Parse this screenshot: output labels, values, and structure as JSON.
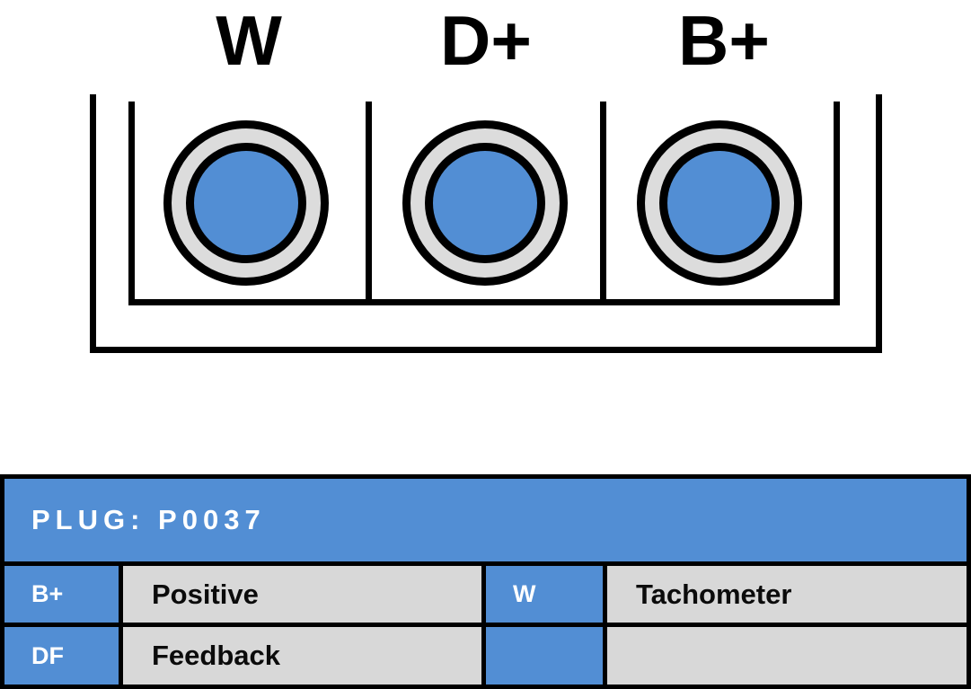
{
  "colors": {
    "blue": "#528ED4",
    "ring_gray": "#DCDCDC",
    "cell_gray": "#D8D8D8",
    "line_black": "#000000"
  },
  "diagram": {
    "pins": [
      {
        "label": "W"
      },
      {
        "label": "D+"
      },
      {
        "label": "B+"
      }
    ]
  },
  "table": {
    "title": "PLUG: P0037",
    "rows": [
      {
        "left_pin": "B+",
        "left_desc": "Positive",
        "right_pin": "W",
        "right_desc": "Tachometer"
      },
      {
        "left_pin": "DF",
        "left_desc": "Feedback",
        "right_pin": "",
        "right_desc": ""
      }
    ]
  }
}
